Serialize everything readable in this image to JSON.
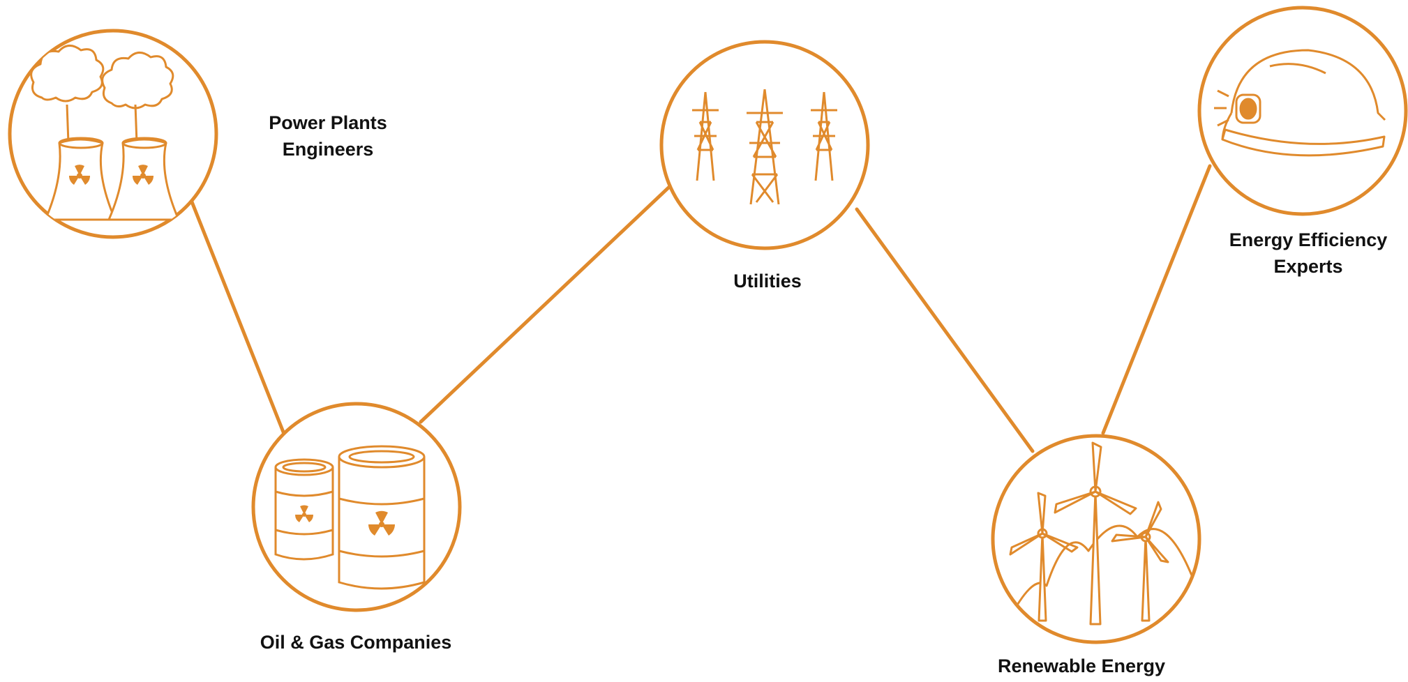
{
  "colors": {
    "accent": "#E08A2C",
    "text": "#111111",
    "background": "#FFFFFF"
  },
  "nodes": [
    {
      "id": "power-plants",
      "icon": "cooling-towers-icon",
      "label_lines": [
        "Power Plants",
        "Engineers"
      ]
    },
    {
      "id": "oil-gas",
      "icon": "barrels-icon",
      "label_lines": [
        "Oil & Gas Companies"
      ]
    },
    {
      "id": "utilities",
      "icon": "transmission-towers-icon",
      "label_lines": [
        "Utilities"
      ]
    },
    {
      "id": "renewable",
      "icon": "wind-turbines-icon",
      "label_lines": [
        "Renewable Energy"
      ]
    },
    {
      "id": "efficiency",
      "icon": "hard-hat-icon",
      "label_lines": [
        "Energy Efficiency",
        "Experts"
      ]
    }
  ],
  "connections": [
    [
      "power-plants",
      "oil-gas"
    ],
    [
      "oil-gas",
      "utilities"
    ],
    [
      "utilities",
      "renewable"
    ],
    [
      "renewable",
      "efficiency"
    ]
  ]
}
